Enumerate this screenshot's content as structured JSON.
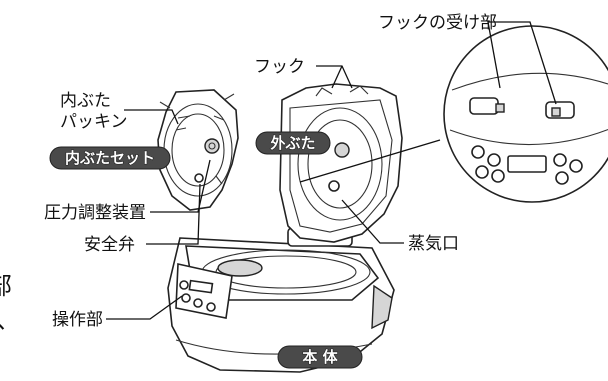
{
  "labels": {
    "hook_receiver": "フックの受け部",
    "hook": "フック",
    "inner_lid_packing_line1": "内ぶた",
    "inner_lid_packing_line2": "パッキン",
    "pressure_regulator": "圧力調整装置",
    "safety_valve": "安全弁",
    "steam_port": "蒸気口",
    "control_panel": "操作部"
  },
  "badges": {
    "inner_lid_set": "内ぶたセット",
    "outer_lid": "外ぶた",
    "main_body": "本 体"
  },
  "margin_fragments": {
    "top": "部",
    "bottom": "、"
  }
}
